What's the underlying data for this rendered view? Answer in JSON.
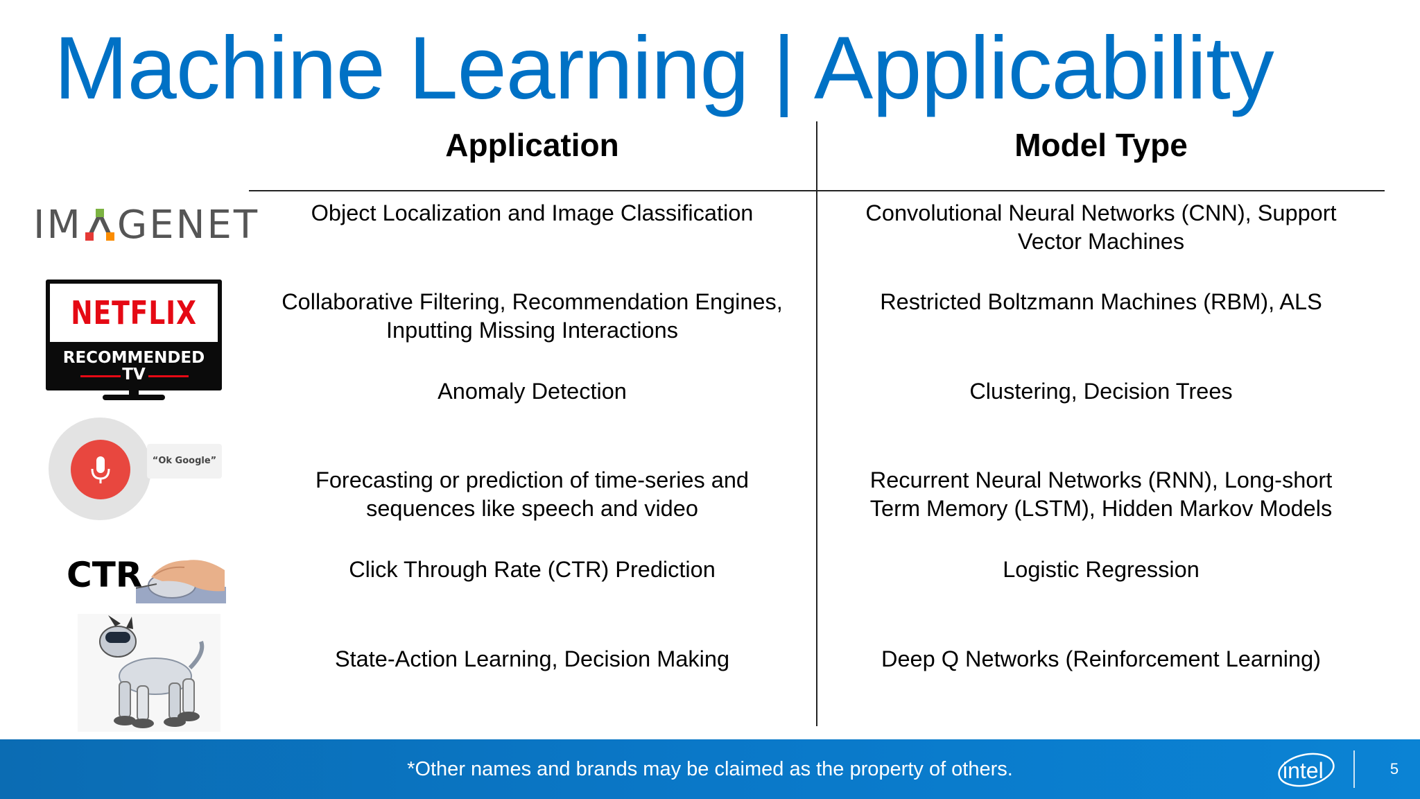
{
  "slide": {
    "title": "Machine Learning | Applicability",
    "page_number": "5",
    "disclaimer": "*Other names and brands may be claimed as the property of others."
  },
  "table": {
    "headers": [
      "Application",
      "Model Type"
    ],
    "rows": [
      {
        "application": "Object Localization and Image Classification",
        "model": "Convolutional Neural Networks (CNN), Support\nVector Machines"
      },
      {
        "application": "Collaborative Filtering, Recommendation Engines,\nInputting Missing Interactions",
        "model": "Restricted Boltzmann Machines (RBM), ALS"
      },
      {
        "application": "Anomaly Detection",
        "model": "Clustering, Decision Trees"
      },
      {
        "application": "Forecasting or prediction of time-series and\nsequences like speech and video",
        "model": "Recurrent Neural Networks (RNN), Long-short\nTerm Memory (LSTM), Hidden Markov Models"
      },
      {
        "application": "Click Through Rate (CTR) Prediction",
        "model": "Logistic Regression"
      },
      {
        "application": "State-Action Learning, Decision Making",
        "model": "Deep Q Networks (Reinforcement Learning)"
      }
    ]
  },
  "logos": {
    "imagenet": {
      "left": "IM",
      "right": "GENET"
    },
    "netflix": {
      "brand": "NETFLIX",
      "line1": "RECOMMENDED",
      "line2": "TV"
    },
    "okgoogle": {
      "bubble": "“Ok Google”",
      "icon": "microphone-icon"
    },
    "ctr": {
      "text": "CTR",
      "icon": "hand-mouse-icon"
    },
    "robot": {
      "icon": "robot-dog-icon"
    },
    "intel": {
      "text": "intel"
    }
  },
  "colors": {
    "title": "#0071c5",
    "footer": "#0a78c8",
    "netflix_red": "#e50914",
    "mic_red": "#e8473f",
    "imagenet_green": "#7cb342",
    "imagenet_red": "#e53935",
    "imagenet_orange": "#fb8c00"
  }
}
